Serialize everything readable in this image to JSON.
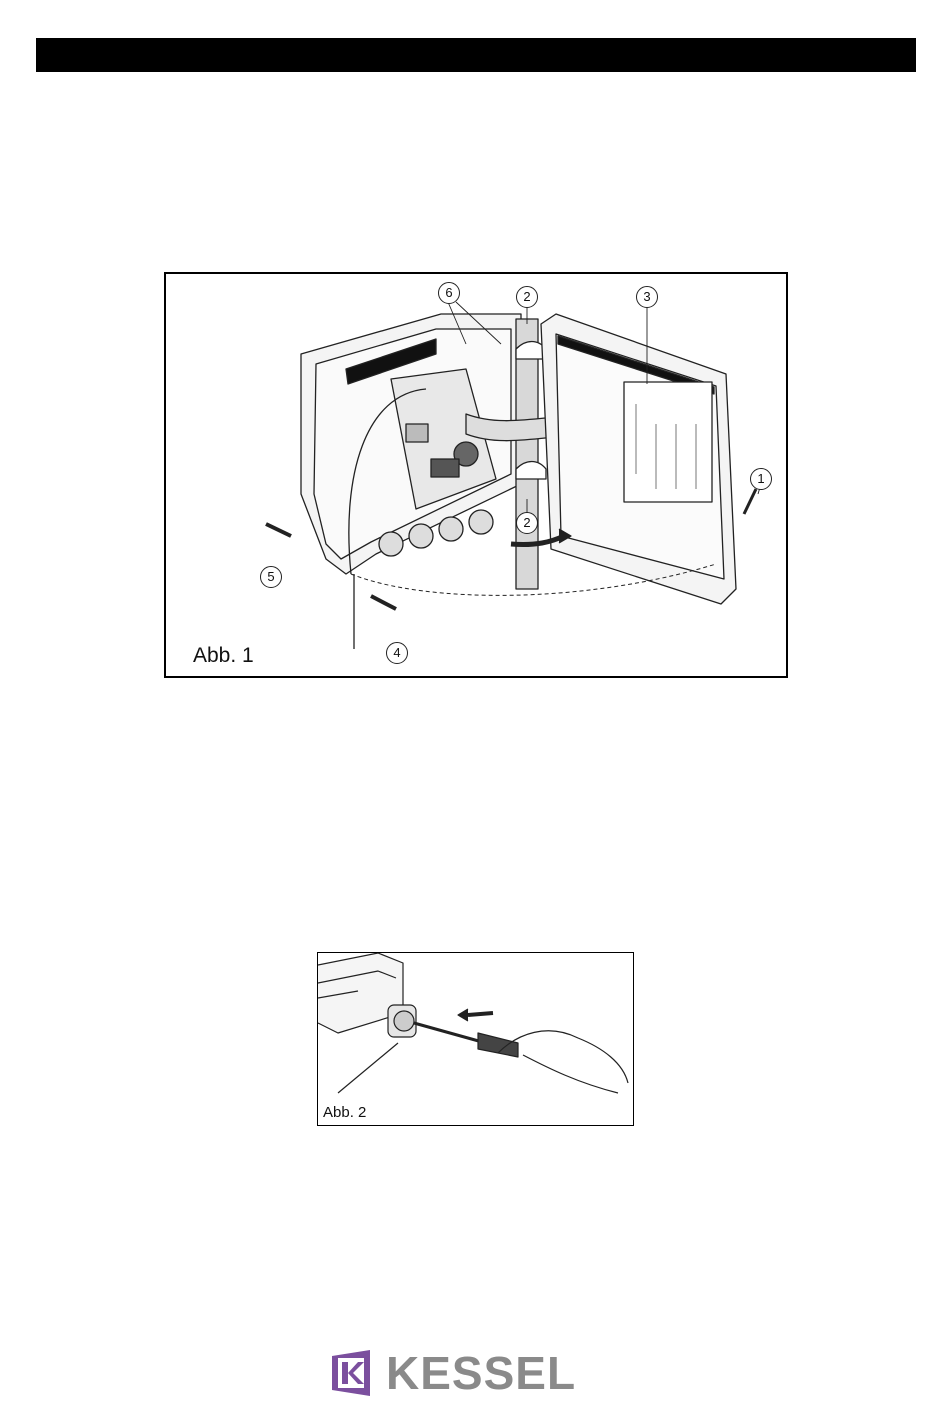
{
  "figure1": {
    "caption": "Abb. 1",
    "callouts": [
      "1",
      "2",
      "2",
      "3",
      "4",
      "5",
      "6"
    ]
  },
  "figure2": {
    "caption": "Abb. 2"
  },
  "footer": {
    "brand": "KESSEL"
  },
  "colors": {
    "header_bar": "#000000",
    "logo_gray": "#8a8a8a",
    "logo_purple": "#7b4f9e"
  }
}
